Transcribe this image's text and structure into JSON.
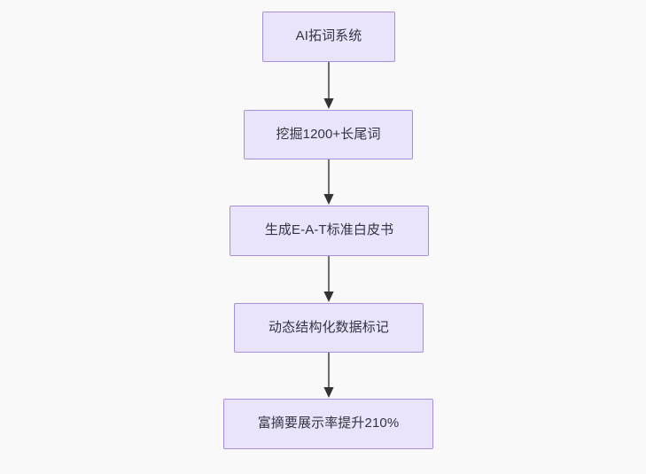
{
  "diagram": {
    "type": "flowchart",
    "direction": "top-to-bottom",
    "background_color": "#f9f9f9",
    "node_fill_color": "#e9e4fb",
    "node_border_color": "#a98fd6",
    "node_text_color": "#343440",
    "edge_color": "#707070",
    "arrowhead_color": "#333333",
    "nodes": [
      {
        "id": "node-0",
        "label": "AI拓词系统"
      },
      {
        "id": "node-1",
        "label": "挖掘1200+长尾词"
      },
      {
        "id": "node-2",
        "label": "生成E-A-T标准白皮书"
      },
      {
        "id": "node-3",
        "label": "动态结构化数据标记"
      },
      {
        "id": "node-4",
        "label": "富摘要展示率提升210%"
      }
    ],
    "edges": [
      {
        "id": "edge-0",
        "from": "node-0",
        "to": "node-1",
        "label": ""
      },
      {
        "id": "edge-1",
        "from": "node-1",
        "to": "node-2",
        "label": ""
      },
      {
        "id": "edge-2",
        "from": "node-2",
        "to": "node-3",
        "label": ""
      },
      {
        "id": "edge-3",
        "from": "node-3",
        "to": "node-4",
        "label": ""
      }
    ]
  }
}
